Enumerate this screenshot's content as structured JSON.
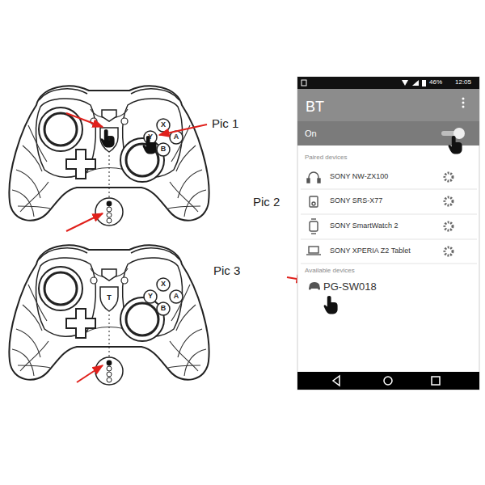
{
  "diagram": {
    "labels": [
      "Pic 1",
      "T",
      "X",
      "Y",
      "A",
      "B",
      "T",
      "X",
      "Y",
      "A",
      "B",
      "Pic 3",
      "Pic 2",
      "46%",
      "12:05",
      "BT",
      "On",
      "Paired devices",
      "SONY NW-ZX100",
      "SONY SRS-X77",
      "SONY SmartWatch 2",
      "SONY XPERIA Z2 Tablet",
      "Available devices",
      "PG-SW018"
    ]
  }
}
